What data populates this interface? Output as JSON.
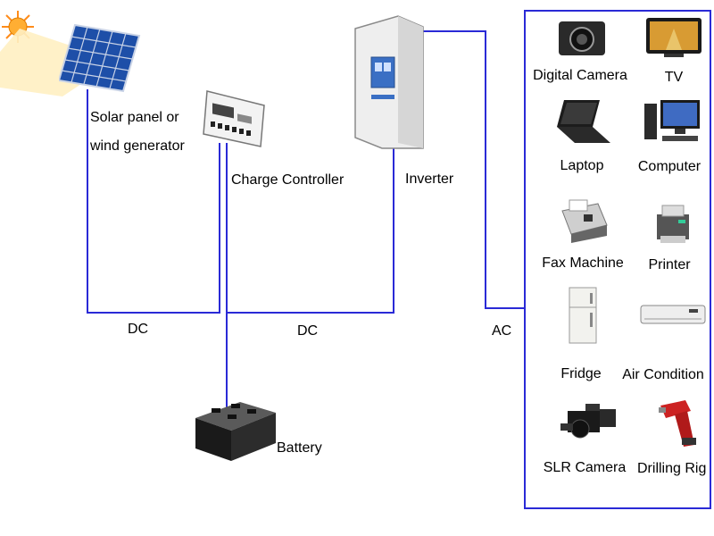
{
  "components": {
    "solar": {
      "line1": "Solar panel or",
      "line2": "wind generator"
    },
    "controller": {
      "label": "Charge Controller"
    },
    "inverter": {
      "label": "Inverter"
    },
    "battery": {
      "label": "Battery"
    }
  },
  "connections": {
    "dc_left": "DC",
    "dc_right": "DC",
    "ac": "AC"
  },
  "appliances": [
    {
      "label": "Digital Camera"
    },
    {
      "label": "TV"
    },
    {
      "label": "Laptop"
    },
    {
      "label": "Computer"
    },
    {
      "label": "Fax Machine"
    },
    {
      "label": "Printer"
    },
    {
      "label": "Fridge"
    },
    {
      "label": "Air Condition"
    },
    {
      "label": "SLR Camera"
    },
    {
      "label": "Drilling Rig"
    }
  ],
  "colors": {
    "wire": "#2a2ad6"
  }
}
